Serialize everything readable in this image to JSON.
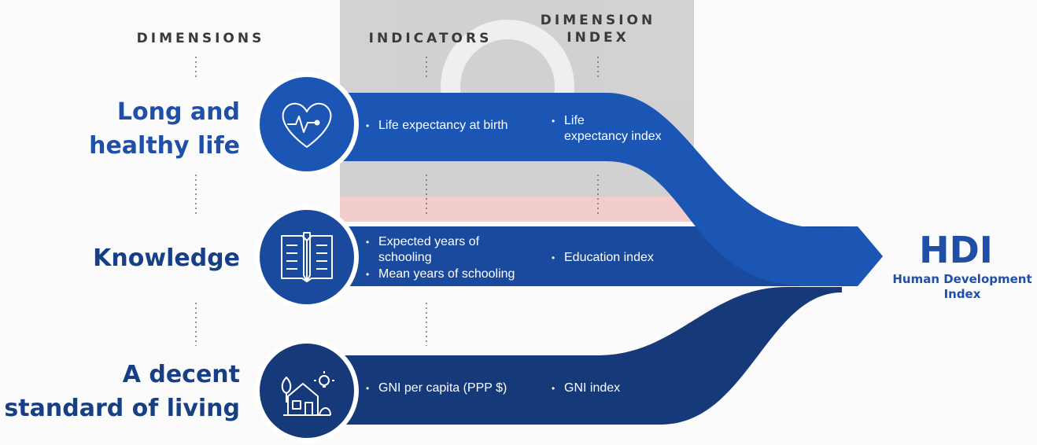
{
  "headers": {
    "dimensions": "DIMENSIONS",
    "indicators": "INDICATORS",
    "dimension_index": "DIMENSION\nINDEX"
  },
  "dimensions": [
    {
      "label": "Long and\nhealthy life",
      "icon": "heart-pulse-icon",
      "indicators": [
        "Life expectancy at birth"
      ],
      "index": "Life\nexpectancy index"
    },
    {
      "label": "Knowledge",
      "icon": "book-pencil-icon",
      "indicators": [
        "Expected years of\nschooling",
        "Mean years of schooling"
      ],
      "index": "Education index"
    },
    {
      "label": "A decent\nstandard of living",
      "icon": "house-bulb-icon",
      "indicators": [
        "GNI per capita (PPP $)"
      ],
      "index": "GNI index"
    }
  ],
  "result": {
    "title": "HDI",
    "subtitle": "Human Development\nIndex"
  },
  "colors": {
    "health": "#1b56b5",
    "knowledge": "#1a4a9e",
    "living": "#153979",
    "text_blue": "#1f4fa6"
  }
}
